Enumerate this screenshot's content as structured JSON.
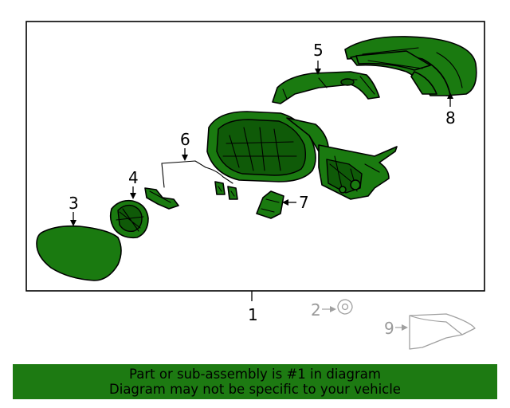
{
  "diagram": {
    "callouts": {
      "c1": "1",
      "c2": "2",
      "c3": "3",
      "c4": "4",
      "c5": "5",
      "c6": "6",
      "c7": "7",
      "c8": "8",
      "c9": "9"
    },
    "colors": {
      "part_fill": "#1a7a10",
      "highlight_banner": "#1d7a12",
      "excluded_part_outline": "#a0a0a0"
    }
  },
  "notice": {
    "line1": "Part or sub-assembly is #1 in diagram",
    "line2": "Diagram may not be specific to your vehicle"
  }
}
